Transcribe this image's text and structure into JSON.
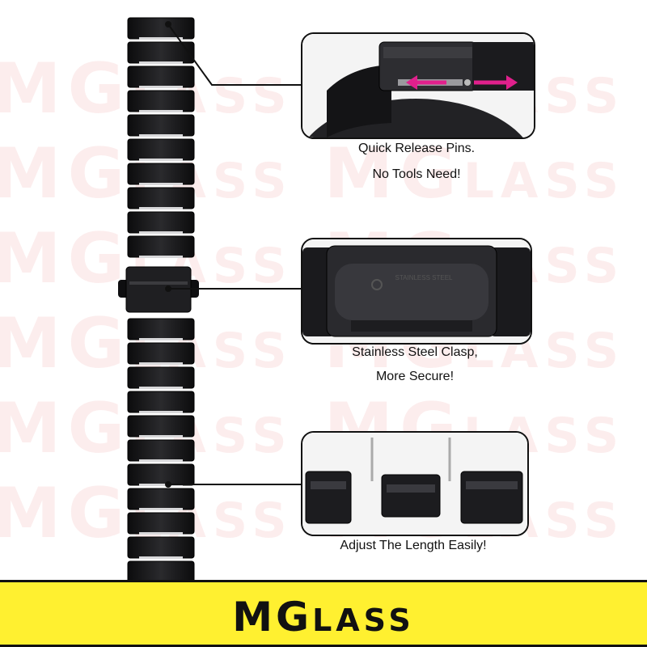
{
  "watermark": {
    "text": "MGLASS"
  },
  "features": [
    {
      "line1": "Quick Release Pins.",
      "line2": "No Tools Need!"
    },
    {
      "line1": "Stainless Steel Clasp,",
      "line2": "More Secure!"
    },
    {
      "line1": "Adjust The Length Easily!",
      "line2": ""
    }
  ],
  "clasp_engraving": "STAINLESS STEEL",
  "brand": {
    "initials": "MG",
    "rest": "LASS"
  },
  "colors": {
    "banner": "#fff030",
    "arrow": "#e0208c",
    "strap": "#1c1c1e"
  }
}
